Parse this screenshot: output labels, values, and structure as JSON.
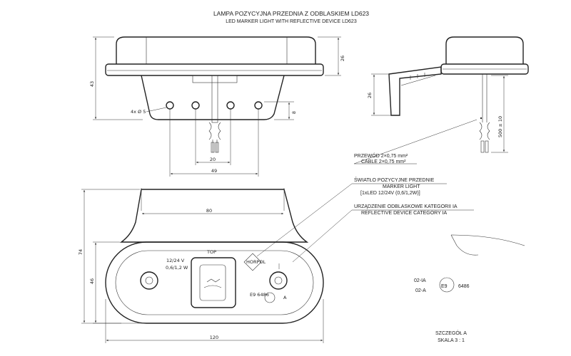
{
  "title": {
    "pl": "LAMPA POZYCYJNA PRZEDNIA Z ODBLASKIEM LD623",
    "en": "LED MARKER LIGHT WITH REFLECTIVE DEVICE LD623"
  },
  "dimensions": {
    "front_height": "43",
    "top_height": "26",
    "side_height": "26",
    "hole_spacing": "8",
    "hole_label": "4x Ø 5",
    "cable_length": "500 ± 10",
    "pin_spacing": "20",
    "mount_width": "49",
    "lens_width": "80",
    "total_height": "74",
    "lens_height": "46",
    "total_width": "120"
  },
  "notes": {
    "cable": [
      "PRZEWÓD 2×0,75 mm²",
      "CABLE 2×0,75 mm²"
    ],
    "marker": [
      "ŚWIATŁO POZYCYJNE PRZEDNIE",
      "MARKER LIGHT",
      "[1xLED 12/24V (0,6/1,2W)]"
    ],
    "reflector": [
      "URZĄDZENIE ODBLASKOWE KATEGORII IA",
      "REFLECTIVE DEVICE CATEGORY IA"
    ]
  },
  "lens_marks": {
    "voltage": "12/24 V",
    "power": "0,6/1,2 W",
    "top": "TOP",
    "brand": "HORPOL",
    "approval": "E9 6486",
    "category": "A"
  },
  "detail": {
    "code1": "02-IA",
    "code2": "02-A",
    "emark": "E9",
    "number": "6486",
    "label": "SZCZEGÓŁ A",
    "scale": "SKALA 3 : 1"
  }
}
